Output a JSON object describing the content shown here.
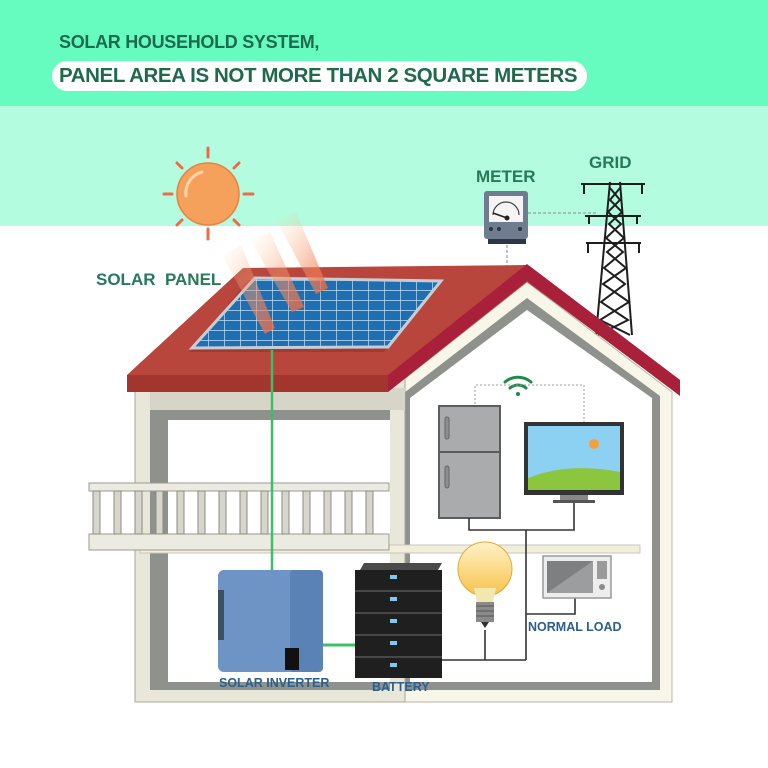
{
  "header": {
    "title_line1": "SOLAR HOUSEHOLD SYSTEM,",
    "title_line2": "PANEL AREA IS NOT MORE THAN 2 SQUARE METERS"
  },
  "labels": {
    "solar_panel": "SOLAR  PANEL",
    "meter": "METER",
    "grid": "GRID",
    "solar_inverter": "SOLAR INVERTER",
    "battery": "BATTERY",
    "normal_load": "NORMAL LOAD"
  },
  "icons": {
    "sun": "sun-icon",
    "solar_panel": "solar-panel-icon",
    "meter": "electric-meter-icon",
    "grid": "power-tower-icon",
    "wifi": "wifi-icon",
    "fridge": "fridge-icon",
    "tv": "tv-icon",
    "bulb": "light-bulb-icon",
    "microwave": "microwave-icon",
    "inverter": "inverter-icon",
    "battery": "battery-rack-icon"
  },
  "colors": {
    "band_top": "#66fcbf",
    "band_mid": "#b4fcdf",
    "title_text": "#1f6a4c",
    "roof": "#b9463d",
    "roof_edge": "#a8203a",
    "panel": "#1f6fb0",
    "wire_green": "#3dbf6a",
    "inverter": "#6d94c4",
    "battery": "#2a2a2a",
    "label_blue": "#2b5f8c",
    "sun": "#f5a15c"
  },
  "battery": {
    "modules": 5
  }
}
